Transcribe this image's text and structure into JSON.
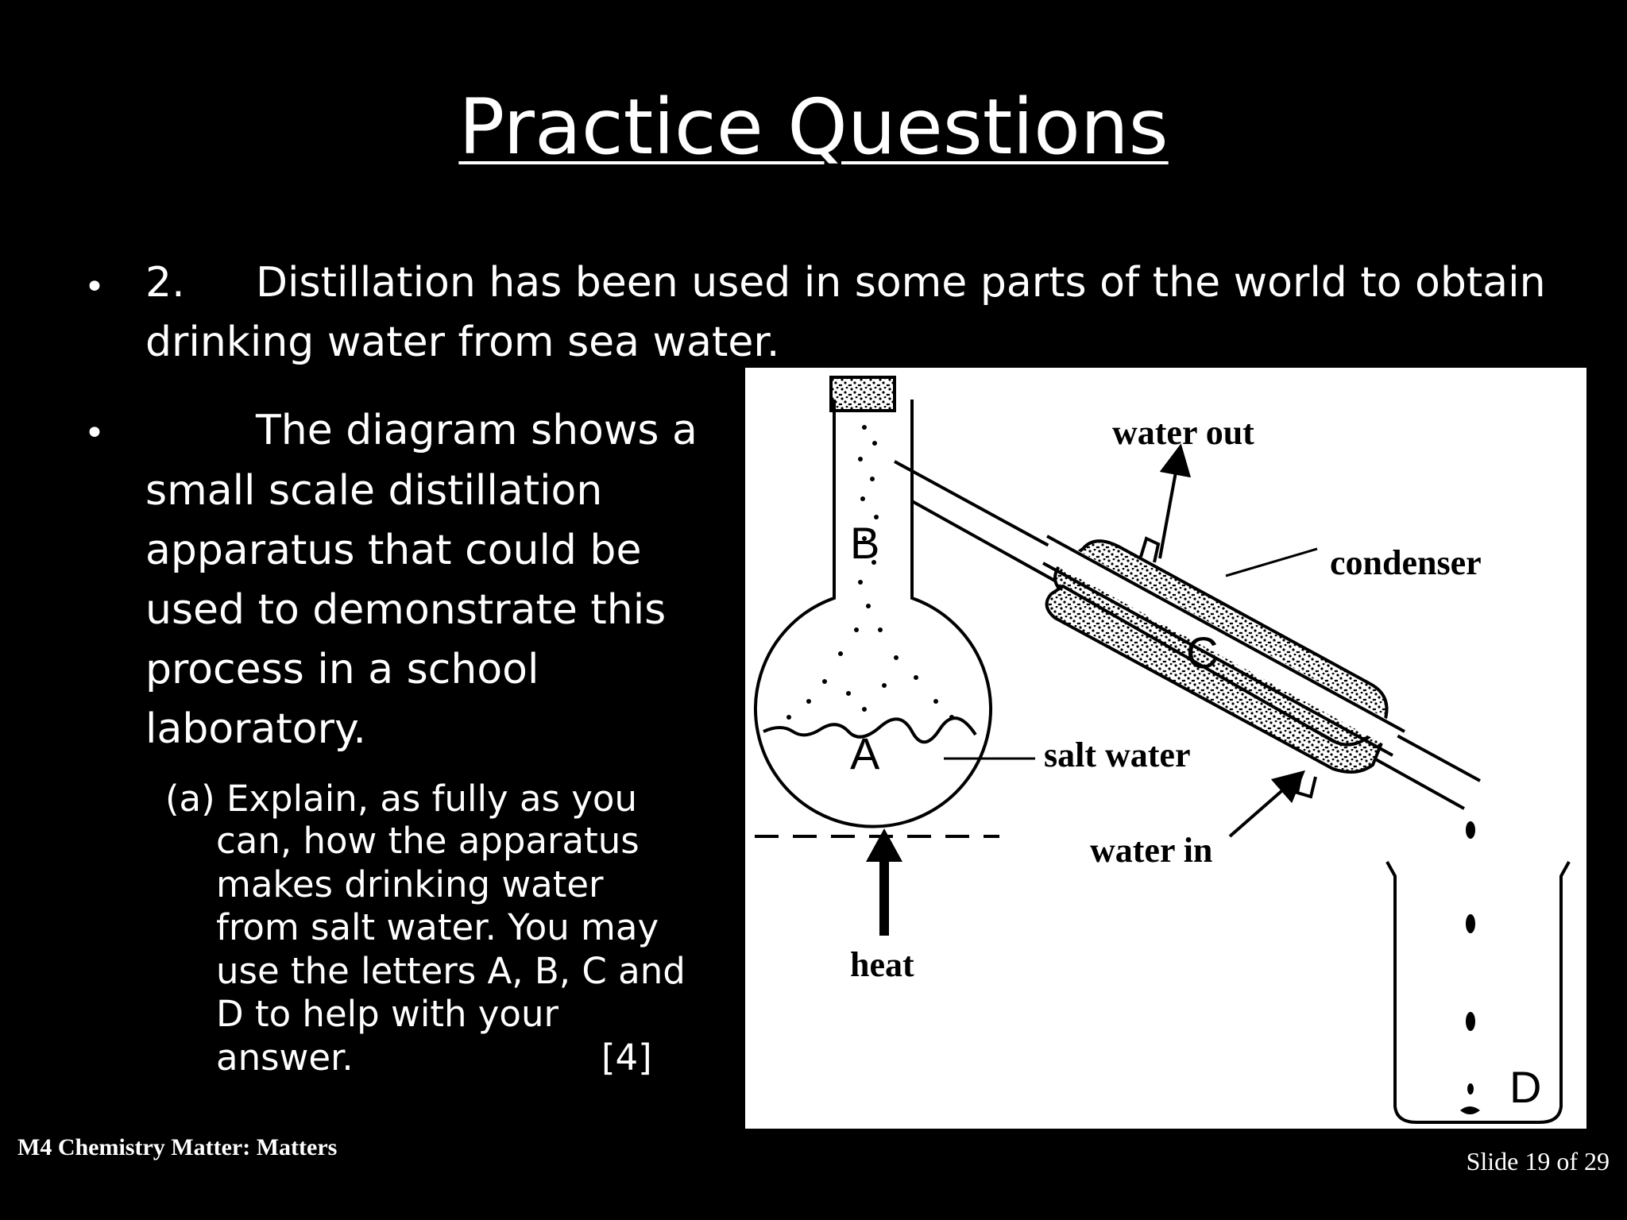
{
  "slide": {
    "title": "Practice Questions",
    "question": {
      "number": "2.",
      "line1": "Distillation has been used in some parts of the world to obtain",
      "line2": "drinking water from sea water."
    },
    "body": {
      "line1": "The diagram shows a",
      "line2": "small scale distillation",
      "line3": "apparatus that could be",
      "line4": "used to demonstrate this",
      "line5": "process in a school",
      "line6": "laboratory."
    },
    "part_a": {
      "line1": "(a) Explain, as fully as you",
      "line2": "can, how the apparatus",
      "line3": "makes drinking water",
      "line4": "from salt water. You may",
      "line5": "use the letters A, B, C and",
      "line6": "D to help with your",
      "line7": "answer.",
      "marks": "[4]"
    },
    "footer_left": "M4 Chemistry Matter: Matters",
    "footer_right": "Slide 19 of 29"
  },
  "diagram": {
    "labels": {
      "water_out": "water out",
      "condenser": "condenser",
      "salt_water": "salt water",
      "water_in": "water in",
      "heat": "heat"
    },
    "letters": {
      "a": "A",
      "b": "B",
      "c": "C",
      "d": "D"
    }
  }
}
